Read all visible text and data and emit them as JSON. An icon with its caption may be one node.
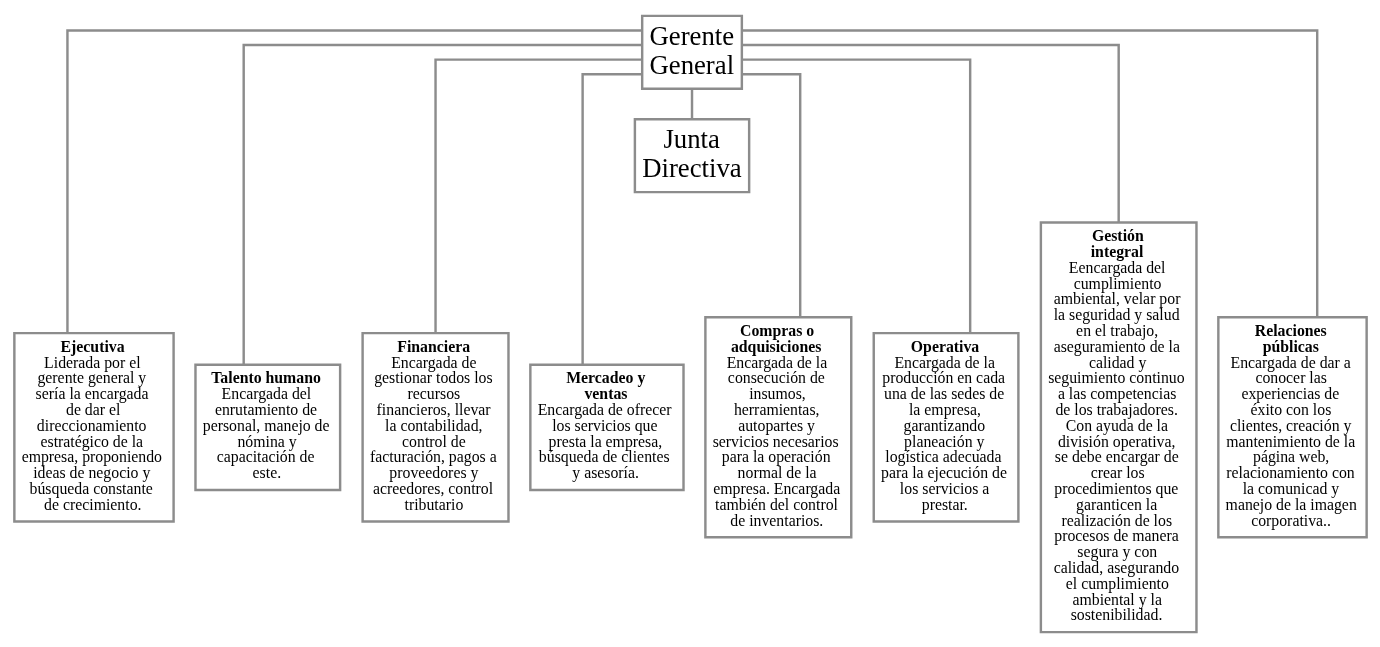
{
  "diagram": {
    "nodes": [
      {
        "text": [
          "Gerente General"
        ]
      },
      {
        "text": [
          "Junta Directiva"
        ]
      },
      {
        "text": [
          "Ejecutiva",
          "Liderada por el gerente general y sería la encargada de dar el direccionamiento estratégico de la empresa, proponiendo ideas de negocio y búsqueda constante de crecimiento."
        ]
      },
      {
        "text": [
          "Talento humano",
          "Encargada del enrutamiento de personal, manejo de nómina y capacitación de este."
        ]
      },
      {
        "text": [
          "Financiera",
          "Encargada de gestionar todos los recursos financieros, llevar la contabilidad, control de facturación, pagos a proveedores y acreedores, control tributario"
        ]
      },
      {
        "text": [
          "Mercadeo y ventas",
          "Encargada de ofrecer los servicios que presta la empresa, búsqueda de clientes y asesoría."
        ]
      },
      {
        "text": [
          "Compras o adquisiciones",
          "Encargada de la consecución de insumos, herramientas, autopartes y servicios necesarios para la operación normal de la empresa. Encargada también del control de inventarios."
        ]
      },
      {
        "text": [
          "Operativa",
          "Encargada de la producción en cada una de las sedes de la empresa, garantizando planeación y logística adecuada para la ejecución de los servicios a prestar."
        ]
      },
      {
        "text": [
          "Gestión integral",
          "Eencargada del cumplimiento ambiental, velar por la seguridad y salud en el trabajo, aseguramiento de la calidad y seguimiento continuo a las competencias de los trabajadores. Con ayuda de la división operativa, se debe encargar de crear los procedimientos que garanticen la realización de los procesos de manera segura y con calidad, asegurando el cumplimiento ambiental y la sostenibilidad."
        ]
      },
      {
        "text": [
          "Relaciones públicas",
          "Encargada de dar a conocer las experiencias de éxito con los clientes, creación y mantenimiento de la página web, relacionamiento con la comunicad y manejo de la imagen corporativa.."
        ]
      }
    ],
    "edges": [
      {
        "from": 0,
        "to": 1,
        "arrow": "none"
      },
      {
        "from": 0,
        "to": 2,
        "arrow": "none"
      },
      {
        "from": 0,
        "to": 3,
        "arrow": "none"
      },
      {
        "from": 0,
        "to": 4,
        "arrow": "none"
      },
      {
        "from": 0,
        "to": 5,
        "arrow": "none"
      },
      {
        "from": 0,
        "to": 6,
        "arrow": "none"
      },
      {
        "from": 0,
        "to": 7,
        "arrow": "none"
      },
      {
        "from": 0,
        "to": 8,
        "arrow": "none"
      },
      {
        "from": 0,
        "to": 9,
        "arrow": "none"
      }
    ]
  }
}
